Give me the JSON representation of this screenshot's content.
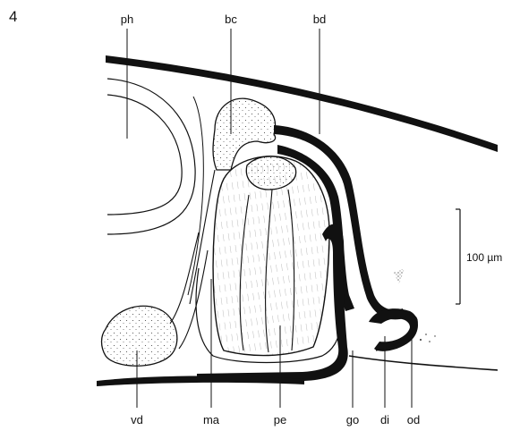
{
  "figure": {
    "number": "4",
    "scale_bar_label": "100 µm",
    "labels_top": [
      "ph",
      "bc",
      "bd"
    ],
    "labels_bottom": [
      "vd",
      "ma",
      "pe",
      "go",
      "di",
      "od"
    ]
  }
}
